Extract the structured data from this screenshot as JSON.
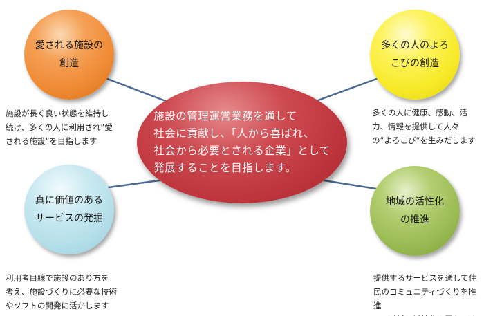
{
  "center": {
    "text": "施設の管理運営業務を通して\n社会に貢献し、「人から喜ばれ、\n社会から必要とされる企業」として\n発展することを目指します。"
  },
  "nodes": {
    "top_left": {
      "title": "愛される施設の\n創造",
      "description": "施設が長く良い状態を維持し\n続け、多くの人に利用され”愛\nされる施設”を目指します"
    },
    "top_right": {
      "title": "多くの人のよろ\nこびの創造",
      "description": "多くの人に健康、感動、活\n力、情報を提供して人々\nの”よろこび”を生みだします"
    },
    "bottom_left": {
      "title": "真に価値のある\nサービスの発掘",
      "description": "利用者目線で施設のあり方を\n考え、施設づくりに必要な技術\nやソフトの開発に活かします"
    },
    "bottom_right": {
      "title": "地域の活性化\nの推進",
      "description": "提供するサービスを通して住\n民のコミュニティづくりを推進\nし、地域の活性化を図ります"
    }
  },
  "colors": {
    "center": "#bd343b",
    "top_left": "#ef8a34",
    "top_right": "#f7ea28",
    "bottom_left": "#b1dde8",
    "bottom_right": "#9abb53",
    "connector": "#4a6a8f"
  }
}
